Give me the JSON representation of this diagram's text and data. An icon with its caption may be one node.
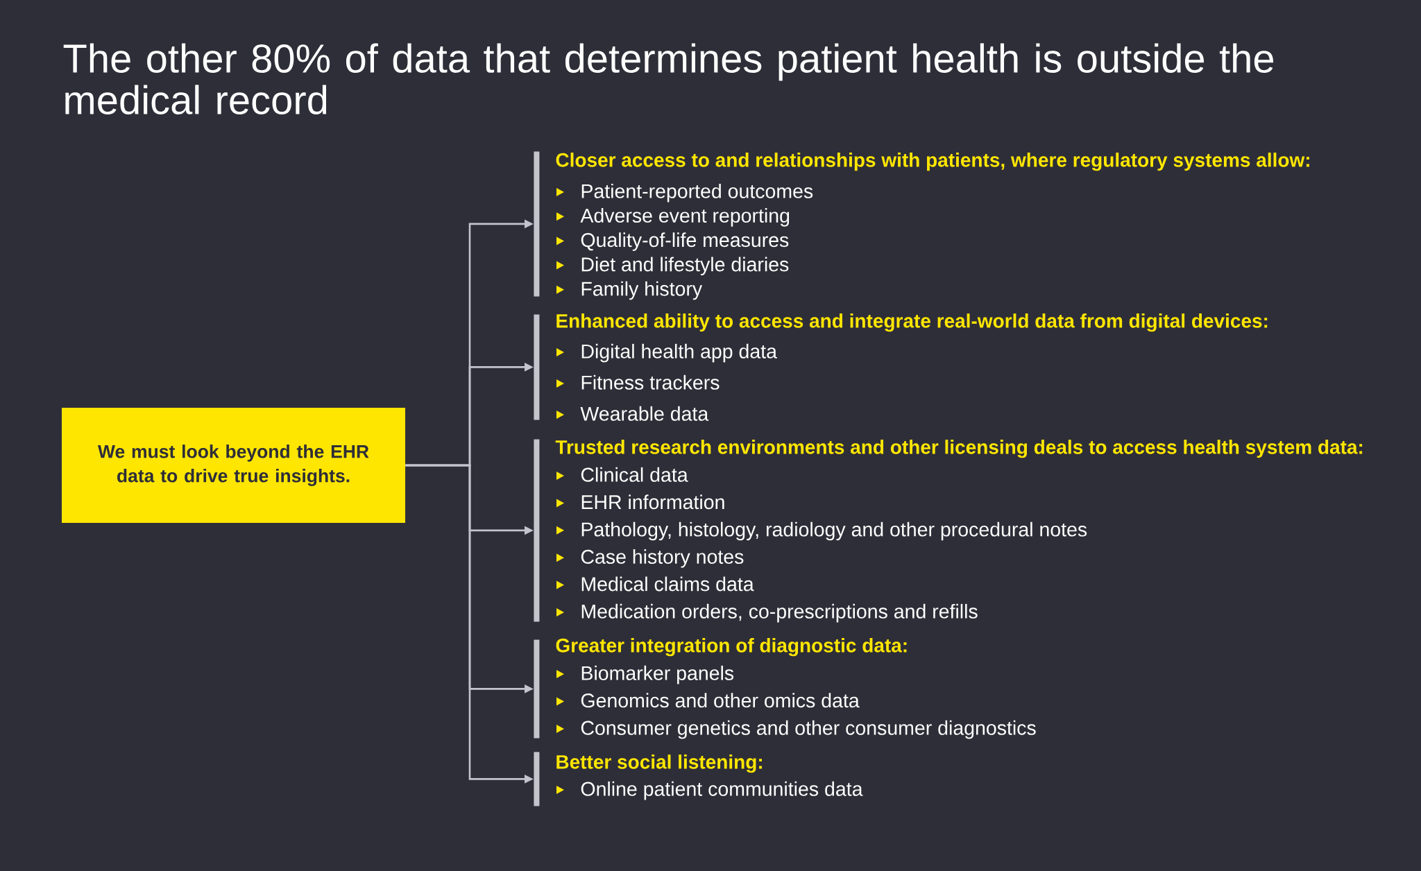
{
  "diagram": {
    "title": "The other 80% of data that determines patient health is outside the medical record",
    "nodes": [
      {
        "text": [
          "We must look beyond the EHR data to drive true insights."
        ]
      },
      {
        "text": [
          "Closer access to and relationships with patients, where regulatory systems allow:",
          "Patient-reported outcomes",
          "Adverse event reporting",
          "Quality-of-life measures",
          "Diet and lifestyle diaries",
          "Family history"
        ]
      },
      {
        "text": [
          "Enhanced ability to access and integrate real-world data from digital devices:",
          "Digital health app data",
          "Fitness trackers",
          "Wearable data"
        ]
      },
      {
        "text": [
          "Trusted research environments and other licensing deals to access health system data:",
          "Clinical data",
          "EHR information",
          "Pathology, histology, radiology and other procedural notes",
          "Case history notes",
          "Medical claims data",
          "Medication orders, co-prescriptions and refills"
        ]
      },
      {
        "text": [
          "Greater integration of diagnostic data:",
          "Biomarker panels",
          "Genomics and other omics data",
          "Consumer genetics and other consumer diagnostics"
        ]
      },
      {
        "text": [
          "Better social listening:",
          "Online patient communities data"
        ]
      }
    ],
    "edges": [
      {
        "from": 0,
        "to": 1,
        "arrow": "to"
      },
      {
        "from": 0,
        "to": 2,
        "arrow": "to"
      },
      {
        "from": 0,
        "to": 3,
        "arrow": "to"
      },
      {
        "from": 0,
        "to": 4,
        "arrow": "to"
      },
      {
        "from": 0,
        "to": 5,
        "arrow": "to"
      }
    ]
  }
}
